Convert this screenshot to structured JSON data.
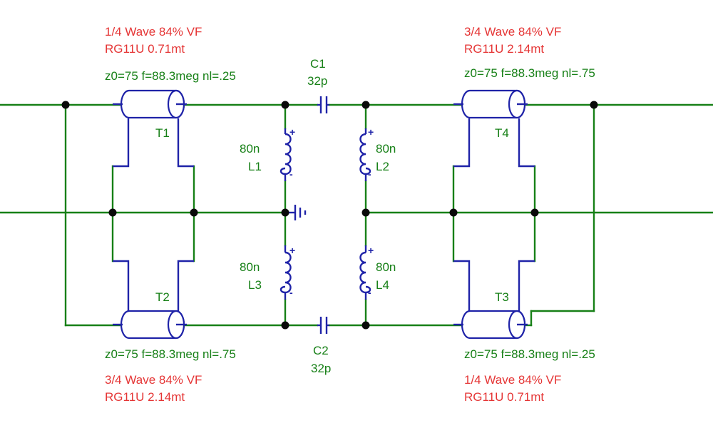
{
  "colors": {
    "wire": "#178017",
    "component": "#1f23a8",
    "node": "#0a0a0a",
    "spec_text": "#e53535",
    "label_text": "#178017"
  },
  "transformers": {
    "T1": {
      "name": "T1",
      "params": "z0=75 f=88.3meg nl=.25",
      "spec_line1": "1/4 Wave 84% VF",
      "spec_line2": "RG11U 0.71mt"
    },
    "T2": {
      "name": "T2",
      "params": "z0=75 f=88.3meg nl=.75",
      "spec_line1": "3/4 Wave 84% VF",
      "spec_line2": "RG11U 2.14mt"
    },
    "T3": {
      "name": "T3",
      "params": "z0=75 f=88.3meg nl=.25",
      "spec_line1": "1/4 Wave 84% VF",
      "spec_line2": "RG11U 0.71mt"
    },
    "T4": {
      "name": "T4",
      "params": "z0=75 f=88.3meg nl=.75",
      "spec_line1": "3/4 Wave 84% VF",
      "spec_line2": "RG11U 2.14mt"
    }
  },
  "capacitors": {
    "C1": {
      "name": "C1",
      "value": "32p"
    },
    "C2": {
      "name": "C2",
      "value": "32p"
    }
  },
  "inductors": {
    "L1": {
      "name": "L1",
      "value": "80n"
    },
    "L2": {
      "name": "L2",
      "value": "80n"
    },
    "L3": {
      "name": "L3",
      "value": "80n"
    },
    "L4": {
      "name": "L4",
      "value": "80n"
    }
  },
  "polarity": {
    "plus": "+",
    "minus": "-"
  }
}
